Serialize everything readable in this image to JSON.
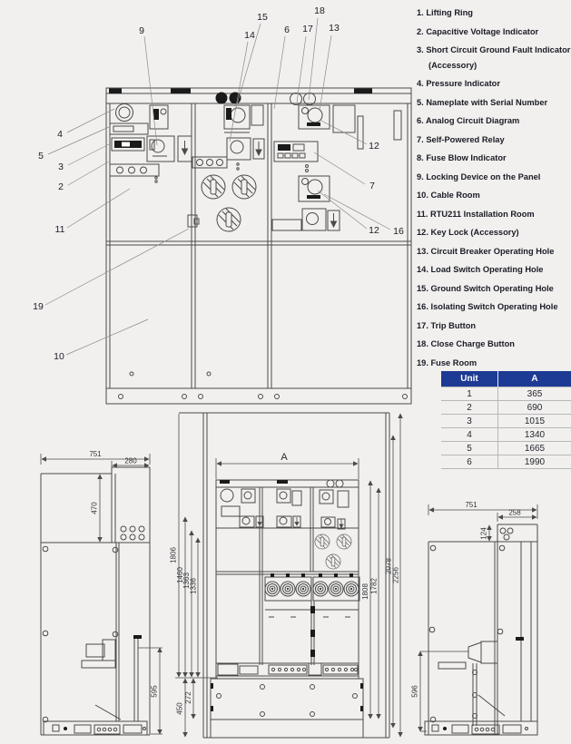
{
  "colors": {
    "background": "#f1f0ee",
    "drawing_line": "#4a4a4a",
    "table_header_bg": "#1d3a94",
    "table_header_text": "#ffffff",
    "text": "#1b1b26"
  },
  "legend": {
    "items": [
      "1. Lifting Ring",
      "2. Capacitive Voltage Indicator",
      "3. Short Circuit Ground Fault Indicator (Accessory)",
      "4. Pressure Indicator",
      "5. Nameplate with Serial Number",
      "6. Analog Circuit Diagram",
      "7. Self-Powered Relay",
      "8. Fuse Blow Indicator",
      "9. Locking Device on the Panel",
      "10. Cable Room",
      "11. RTU211 Installation Room",
      "12. Key Lock (Accessory)",
      "13. Circuit Breaker Operating Hole",
      "14. Load Switch Operating Hole",
      "15. Ground Switch Operating Hole",
      "16. Isolating Switch Operating Hole",
      "17. Trip Button",
      "18. Close Charge Button",
      "19. Fuse Room"
    ]
  },
  "table": {
    "headers": [
      "Unit",
      "A"
    ],
    "rows": [
      [
        "1",
        "365"
      ],
      [
        "2",
        "690"
      ],
      [
        "3",
        "1015"
      ],
      [
        "4",
        "1340"
      ],
      [
        "5",
        "1665"
      ],
      [
        "6",
        "1990"
      ]
    ]
  },
  "front_view": {
    "callouts": {
      "n2": "2",
      "n3": "3",
      "n4": "4",
      "n5": "5",
      "n6": "6",
      "n7": "7",
      "n9": "9",
      "n10": "10",
      "n11": "11",
      "n12a": "12",
      "n12b": "12",
      "n13": "13",
      "n14": "14",
      "n15": "15",
      "n16": "16",
      "n17": "17",
      "n18": "18",
      "n19": "19"
    }
  },
  "side_view_left": {
    "dims": {
      "overall_width": "751",
      "top_width": "280",
      "upper_height": "470",
      "lower_height": "595"
    }
  },
  "front_dim_view": {
    "dims": {
      "width_label": "A",
      "left_heights": [
        "1806",
        "1460",
        "1363",
        "1336"
      ],
      "left_lower": [
        "450",
        "272"
      ],
      "right_heights": [
        "1808",
        "1782",
        "2078",
        "2256"
      ]
    }
  },
  "side_view_right": {
    "dims": {
      "overall_width": "751",
      "top_width": "258",
      "upper_height": "124",
      "lower_height": "596"
    }
  }
}
